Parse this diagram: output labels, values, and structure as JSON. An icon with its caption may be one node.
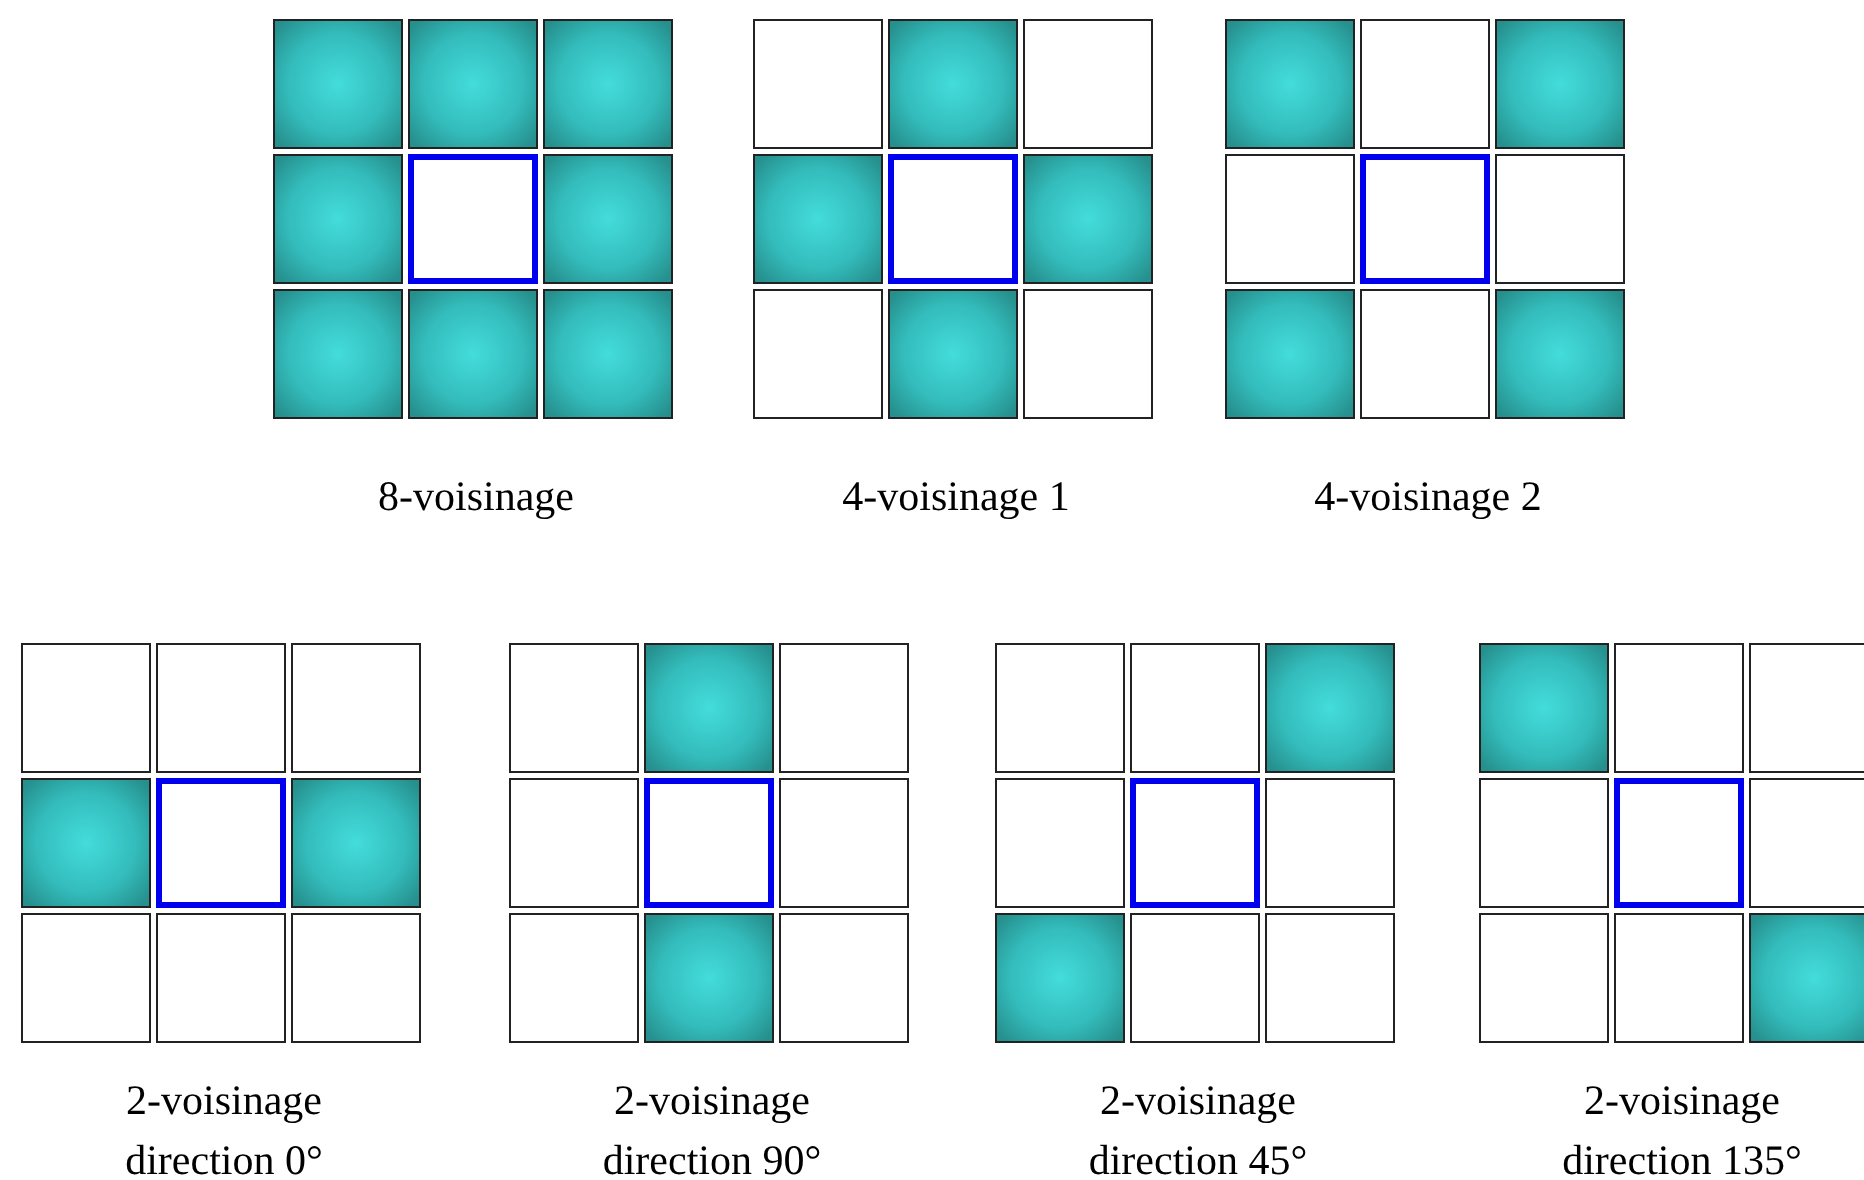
{
  "diagram": {
    "nodes": [
      {
        "text": [
          "8-voisinage"
        ]
      },
      {
        "text": [
          "4-voisinage 1"
        ]
      },
      {
        "text": [
          "4-voisinage 2"
        ]
      },
      {
        "text": [
          "2-voisinage",
          "direction 0°"
        ]
      },
      {
        "text": [
          "2-voisinage",
          "direction 90°"
        ]
      },
      {
        "text": [
          "2-voisinage",
          "direction 45°"
        ]
      },
      {
        "text": [
          "2-voisinage",
          "direction 135°"
        ]
      }
    ]
  }
}
